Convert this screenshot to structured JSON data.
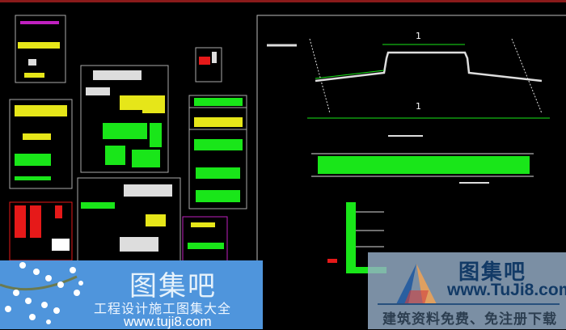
{
  "drawing": {
    "section_marks": [
      "1",
      "1"
    ],
    "colors": {
      "background": "#000000",
      "frame": "#c8c8c8",
      "green": "#19e619",
      "yellow": "#e6e619",
      "red": "#e61919",
      "magenta": "#c020c0",
      "top_border": "#8a1a1a"
    }
  },
  "watermark_left": {
    "title": "图集吧",
    "subtitle": "工程设计施工图集大全",
    "url": "www.tuji8.com",
    "background": "#4f95dc"
  },
  "watermark_right": {
    "title": "图集吧",
    "url": "www.TuJi8.com",
    "tagline": "建筑资料免费、免注册下载"
  }
}
